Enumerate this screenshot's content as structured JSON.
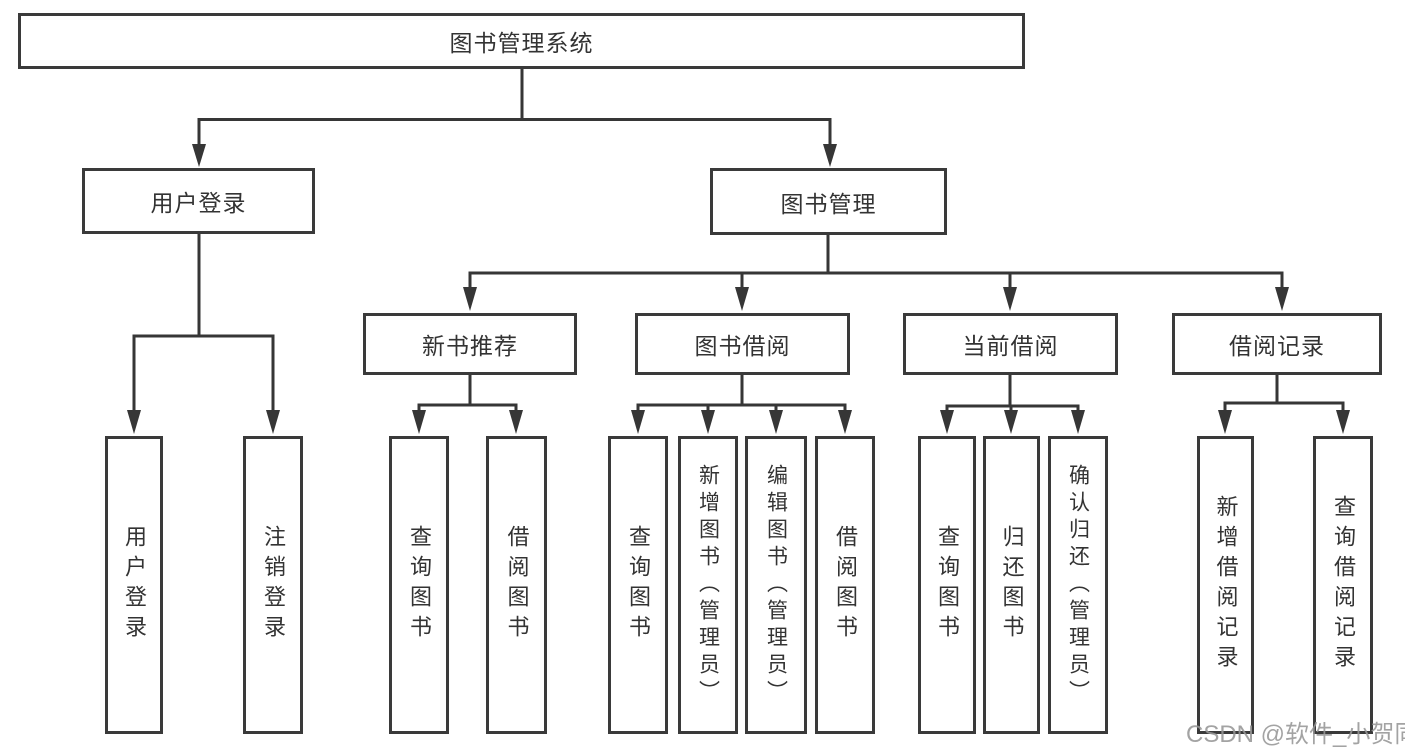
{
  "title": "图书管理系统",
  "watermark": {
    "text": "CSDN @软件_小贺同学"
  },
  "colors": {
    "line": "#363636",
    "border": "#3a3a3a",
    "text": "#333333",
    "watermark": "#969696",
    "background": "#ffffff"
  },
  "tree": {
    "root": {
      "label": "图书管理系统"
    },
    "branches": [
      {
        "label": "用户登录",
        "children": [
          {
            "label": "用户登录"
          },
          {
            "label": "注销登录"
          }
        ]
      },
      {
        "label": "图书管理",
        "children": [
          {
            "label": "新书推荐",
            "children": [
              {
                "label": "查询图书"
              },
              {
                "label": "借阅图书"
              }
            ]
          },
          {
            "label": "图书借阅",
            "children": [
              {
                "label": "查询图书"
              },
              {
                "label": "新增图书（管理员）"
              },
              {
                "label": "编辑图书（管理员）"
              },
              {
                "label": "借阅图书"
              }
            ]
          },
          {
            "label": "当前借阅",
            "children": [
              {
                "label": "查询图书"
              },
              {
                "label": "归还图书"
              },
              {
                "label": "确认归还（管理员）"
              }
            ]
          },
          {
            "label": "借阅记录",
            "children": [
              {
                "label": "新增借阅记录"
              },
              {
                "label": "查询借阅记录"
              }
            ]
          }
        ]
      }
    ]
  }
}
